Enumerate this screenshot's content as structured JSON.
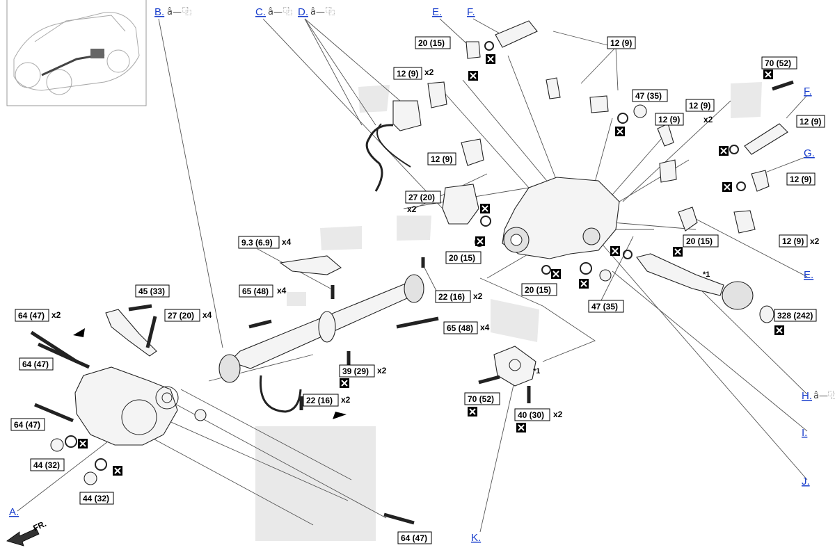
{
  "callouts": {
    "A": "A.",
    "B": "B.",
    "C": "C.",
    "D": "D.",
    "E1": "E.",
    "E2": "E.",
    "F1": "F.",
    "F2": "F.",
    "G": "G.",
    "H": "H.",
    "I": "I.",
    "J": "J.",
    "K": "K."
  },
  "link_suffix": "â—",
  "link_icon": "⿻",
  "torque": {
    "t20_15_a": "20 (15)",
    "t12_9_a": "12 (9)",
    "t12_9_b": "12 (9)",
    "t47_35_a": "47 (35)",
    "t12_9_c": "12 (9)",
    "t12_9_d": "12 (9)",
    "t70_52_a": "70 (52)",
    "t12_9_e": "12 (9)",
    "t12_9_f": "12 (9)",
    "t12_9_g": "12 (9)",
    "t27_20_a": "27 (20)",
    "t12_9_h": "12 (9)",
    "t20_15_b": "20 (15)",
    "t9_3": "9.3 (6.9)",
    "t20_15_c": "20 (15)",
    "t65_48_a": "65 (48)",
    "t20_15_d": "20 (15)",
    "t47_35_b": "47 (35)",
    "t45_33": "45 (33)",
    "t64_47_a": "64 (47)",
    "t27_20_b": "27 (20)",
    "t22_16_a": "22 (16)",
    "t328_242": "328 (242)",
    "t65_48_b": "65 (48)",
    "t64_47_b": "64 (47)",
    "t39_29": "39 (29)",
    "t22_16_b": "22 (16)",
    "t70_52_b": "70 (52)",
    "t40_30": "40 (30)",
    "t64_47_c": "64 (47)",
    "t44_32_a": "44 (32)",
    "t44_32_b": "44 (32)",
    "t64_47_d": "64 (47)"
  },
  "multipliers": {
    "x2": "x2",
    "x4": "x4"
  },
  "notes": {
    "star1": "*1"
  },
  "direction": {
    "fr": "FR."
  }
}
